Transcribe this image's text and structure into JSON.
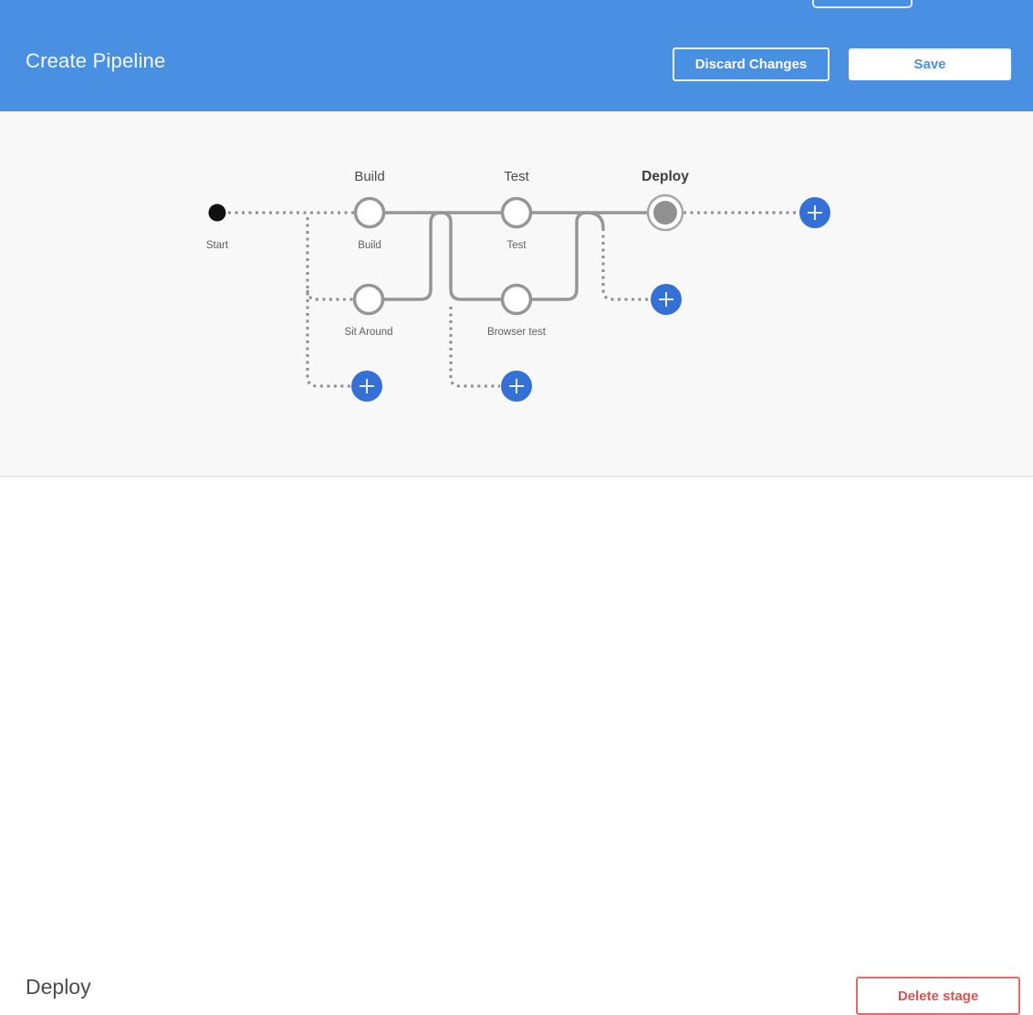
{
  "header": {
    "title": "Create Pipeline",
    "buttons": {
      "discard": "Discard Changes",
      "save": "Save"
    }
  },
  "graph": {
    "start_label": "Start",
    "stages": [
      {
        "title": "Build",
        "branches": [
          "Build",
          "Sit Around"
        ],
        "selected": false
      },
      {
        "title": "Test",
        "branches": [
          "Test",
          "Browser test"
        ],
        "selected": false
      },
      {
        "title": "Deploy",
        "branches": [],
        "selected": true
      }
    ],
    "add_icon": "plus"
  },
  "stage_panel": {
    "title": "Deploy",
    "delete_button": "Delete stage"
  },
  "colors": {
    "header_blue": "#4a90e2",
    "accent_blue": "#3470d6",
    "connector_gray": "#969696",
    "danger_red": "#d9534f",
    "canvas_bg": "#f8f8f8"
  }
}
